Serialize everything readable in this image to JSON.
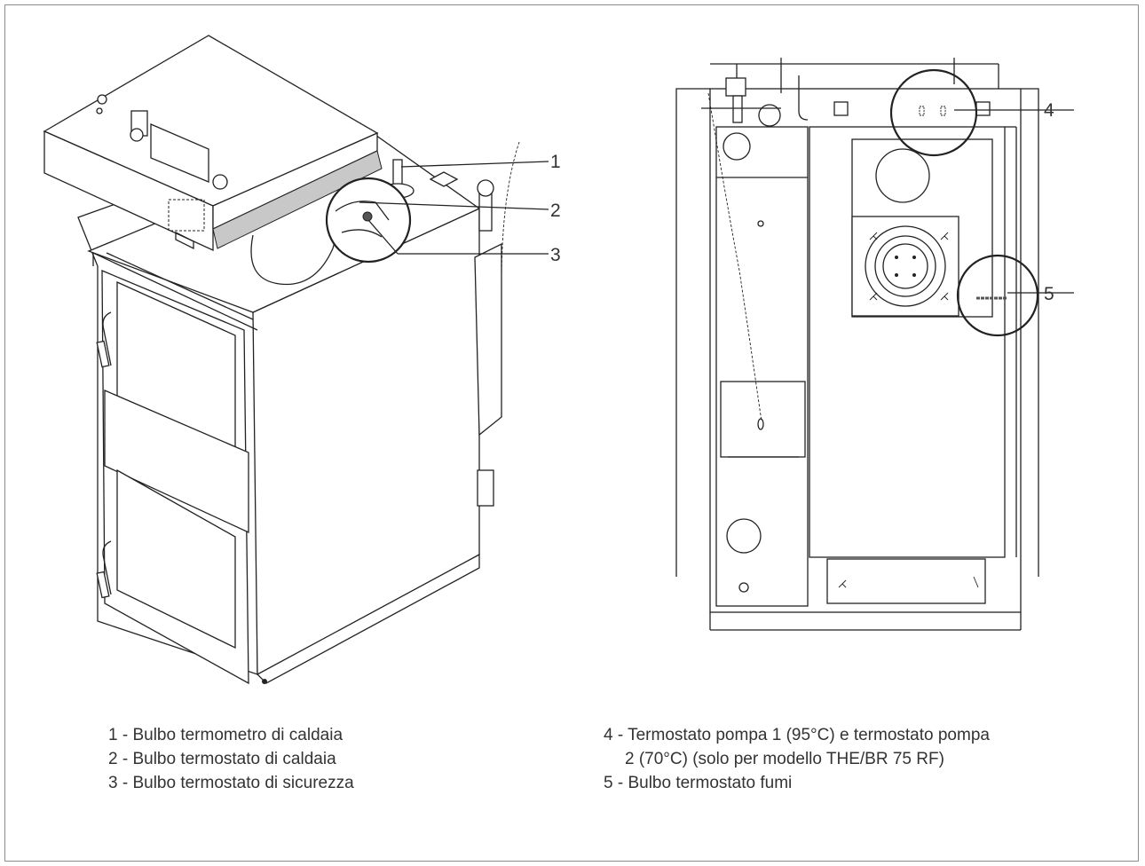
{
  "callouts": {
    "c1": "1",
    "c2": "2",
    "c3": "3",
    "c4": "4",
    "c5": "5"
  },
  "legend_left": [
    "1 - Bulbo termometro di caldaia",
    "2 - Bulbo termostato di caldaia",
    "3 - Bulbo termostato di sicurezza"
  ],
  "legend_right": {
    "item4_line1": "4 - Termostato pompa 1 (95°C) e termostato pompa",
    "item4_line2": "2 (70°C) (solo per modello THE/BR 75 RF)",
    "item5": "5 - Bulbo termostato fumi"
  }
}
